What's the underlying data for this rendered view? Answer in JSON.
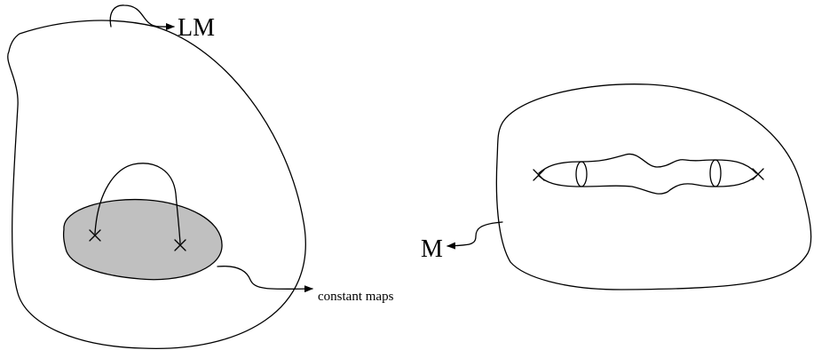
{
  "labels": {
    "loop_space": "LM",
    "constant_maps": "constant maps",
    "manifold": "M"
  },
  "colors": {
    "ink": "#000000",
    "constant_region_fill": "#c0c0c0",
    "background": "#ffffff"
  }
}
